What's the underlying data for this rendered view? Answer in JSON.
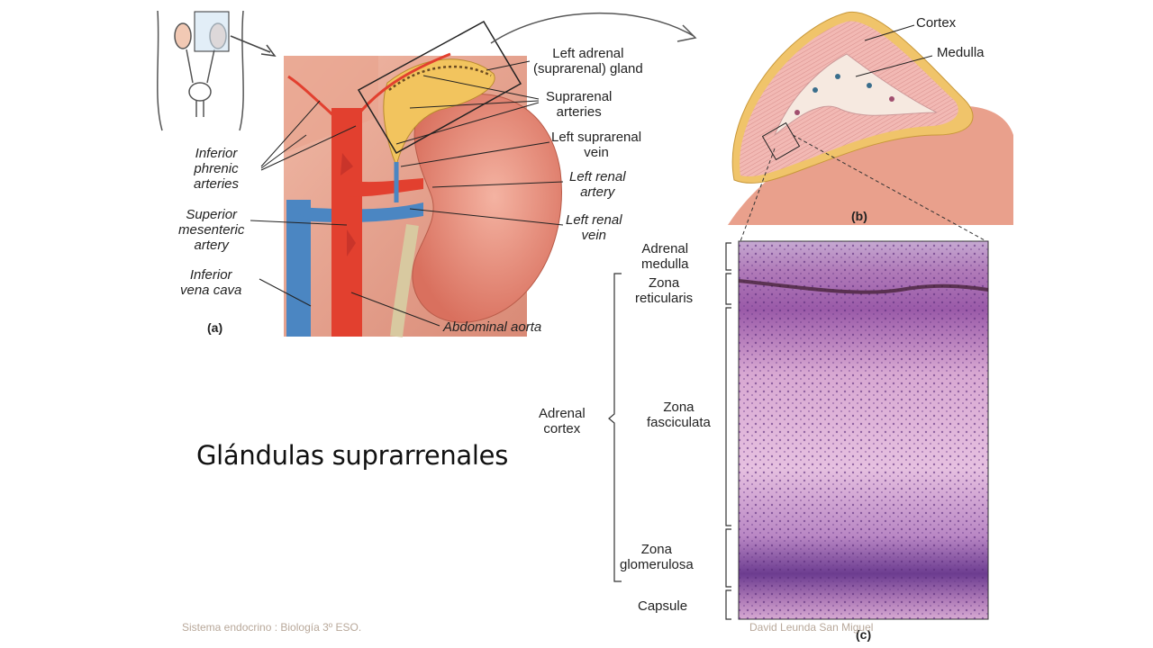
{
  "slide_title": "Glándulas suprarrenales",
  "footer": {
    "left": "Sistema endocrino : Biología 3º ESO.",
    "right": "David Leunda San Miguel"
  },
  "panel_a": {
    "tag": "(a)",
    "labels": {
      "left_adrenal_gland": "Left adrenal\n(suprarenal) gland",
      "suprarenal_arteries": "Suprarenal\narteries",
      "left_suprarenal_vein": "Left suprarenal\nvein",
      "left_renal_artery": "Left renal\nartery",
      "left_renal_vein": "Left renal\nvein",
      "inferior_phrenic_arteries": "Inferior\nphrenic\narteries",
      "superior_mesenteric_artery": "Superior\nmesenteric\nartery",
      "inferior_vena_cava": "Inferior\nvena cava",
      "abdominal_aorta": "Abdominal aorta"
    }
  },
  "panel_b": {
    "tag": "(b)",
    "labels": {
      "cortex": "Cortex",
      "medulla": "Medulla"
    }
  },
  "panel_c": {
    "tag": "(c)",
    "labels": {
      "adrenal_medulla": "Adrenal\nmedulla",
      "zona_reticularis": "Zona\nreticularis",
      "adrenal_cortex": "Adrenal\ncortex",
      "zona_fasciculata": "Zona\nfasciculata",
      "zona_glomerulosa": "Zona\nglomerulosa",
      "capsule": "Capsule"
    }
  },
  "colors": {
    "aorta": "#e2402f",
    "vena_cava": "#4b86c2",
    "kidney": "#e98f7e",
    "adrenal_gland": "#f0c460",
    "histology_pink": "#d9a6cf",
    "histology_purple": "#7a3f96"
  }
}
